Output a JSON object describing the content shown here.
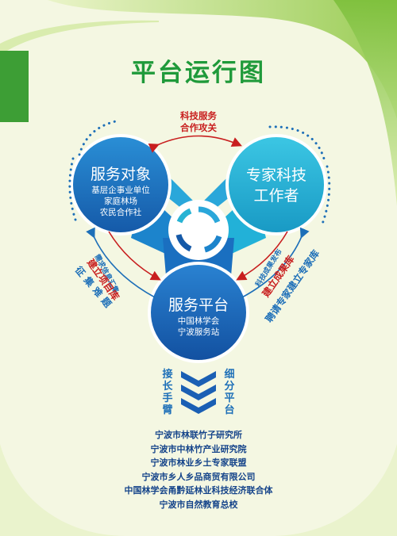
{
  "title": "平台运行图",
  "top_label": [
    "科技服务",
    "合作攻关"
  ],
  "left_circle": {
    "title": "服务对象",
    "lines": [
      "基层企事业单位",
      "家庭林场",
      "农民合作社"
    ]
  },
  "right_circle": {
    "title": [
      "专家科技",
      "工作者"
    ]
  },
  "bottom_circle": {
    "title": "服务平台",
    "lines": [
      "中国林学会",
      "宁波服务站"
    ]
  },
  "left_side": {
    "small": "需求信息汇集",
    "red": "建立项目库",
    "blue": "征集难题"
  },
  "right_side": {
    "small": "科技成果发布",
    "red": "建立成果库",
    "blue": "聘请专家建立专家库"
  },
  "bottom_left_vertical": "接长手臂",
  "bottom_right_vertical": "细分平台",
  "organizations": [
    "宁波市林联竹子研究所",
    "宁波市中林竹产业研究院",
    "宁波市林业乡土专家联盟",
    "宁波市乡人乡品商贸有限公司",
    "中国林学会甬黔延林业科技经济联合体",
    "宁波市自然教育总校"
  ],
  "colors": {
    "title_green": "#1f9a3a",
    "blue_dark": "#1565b0",
    "cyan": "#27b3d4",
    "red": "#c81e1e"
  }
}
